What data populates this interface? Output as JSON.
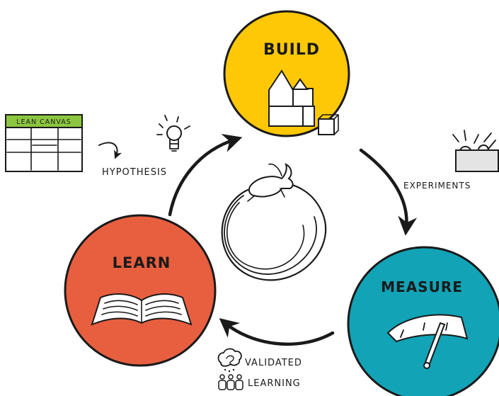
{
  "cycle": {
    "build": {
      "label": "BUILD",
      "color": "#FFC806"
    },
    "measure": {
      "label": "MEASURE",
      "color": "#12A3B6"
    },
    "learn": {
      "label": "LEARN",
      "color": "#E85F40"
    }
  },
  "canvas": {
    "title": "LEAN CANVAS",
    "color": "#8CC63F"
  },
  "annotations": {
    "hypothesis": "HYPOTHESIS",
    "experiments": "EXPERIMENTS",
    "validated": "VALIDATED",
    "learning": "LEARNING"
  },
  "icons": [
    "lightbulb-icon",
    "blocks-icon",
    "tools-box-icon",
    "gauge-icon",
    "open-book-icon",
    "rabbit-icon",
    "people-icon",
    "thought-cloud-icon"
  ]
}
